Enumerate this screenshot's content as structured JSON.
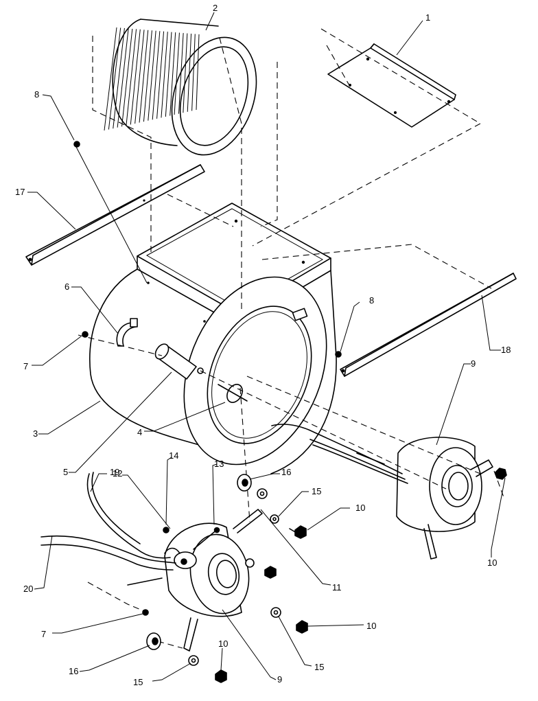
{
  "callouts": [
    {
      "id": "c1",
      "label": "1"
    },
    {
      "id": "c2",
      "label": "2"
    },
    {
      "id": "c8a",
      "label": "8"
    },
    {
      "id": "c17",
      "label": "17"
    },
    {
      "id": "c6",
      "label": "6"
    },
    {
      "id": "c7a",
      "label": "7"
    },
    {
      "id": "c3",
      "label": "3"
    },
    {
      "id": "c5",
      "label": "5"
    },
    {
      "id": "c4",
      "label": "4"
    },
    {
      "id": "c8b",
      "label": "8"
    },
    {
      "id": "c18",
      "label": "18"
    },
    {
      "id": "c9a",
      "label": "9"
    },
    {
      "id": "c10a",
      "label": "10"
    },
    {
      "id": "c19",
      "label": "19"
    },
    {
      "id": "c14",
      "label": "14"
    },
    {
      "id": "c13",
      "label": "13"
    },
    {
      "id": "c16a",
      "label": "16"
    },
    {
      "id": "c15a",
      "label": "15"
    },
    {
      "id": "c10b",
      "label": "10"
    },
    {
      "id": "c12",
      "label": "12"
    },
    {
      "id": "c11",
      "label": "11"
    },
    {
      "id": "c20",
      "label": "20"
    },
    {
      "id": "c7b",
      "label": "7"
    },
    {
      "id": "c10c",
      "label": "10"
    },
    {
      "id": "c16b",
      "label": "16"
    },
    {
      "id": "c15b",
      "label": "15"
    },
    {
      "id": "c10d",
      "label": "10"
    },
    {
      "id": "c9b",
      "label": "9"
    },
    {
      "id": "c15c",
      "label": "15"
    }
  ]
}
